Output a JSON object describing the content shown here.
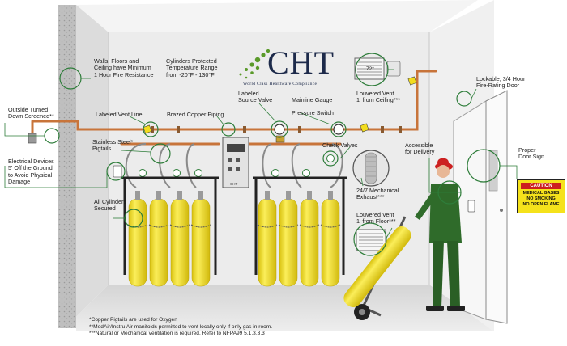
{
  "logo": {
    "name": "CHT",
    "tagline": "World Class Healthcare Compliance"
  },
  "callouts": {
    "walls": [
      "Walls, Floors and",
      "Ceiling have Minimum",
      "1 Hour Fire Resistance"
    ],
    "cylinders_temp": [
      "Cylinders Protected",
      "Temperature Range",
      "from -20°F - 130°F"
    ],
    "outside_turned": [
      "Outside Turned",
      "Down Screened**"
    ],
    "vent_line": [
      "Labeled Vent Line"
    ],
    "brazed": [
      "Brazed Copper Piping"
    ],
    "source_valve": [
      "Labeled",
      "Source Valve"
    ],
    "mainline_gauge": [
      "Mainline Gauge"
    ],
    "pressure_switch": [
      "Pressure Switch"
    ],
    "louvered_ceiling": [
      "Louvered Vent",
      "1' from Ceiling***"
    ],
    "lockable_door": [
      "Lockable, 3/4 Hour",
      "Fire-Rating Door"
    ],
    "pigtails": [
      "Stainless Steel*",
      "Pigtails"
    ],
    "check_valves": [
      "Check Valves"
    ],
    "accessible": [
      "Accessible",
      "for Delivery"
    ],
    "electrical": [
      "Electrical Devices",
      "5' Off the Ground",
      "to Avoid Physical",
      "Damage"
    ],
    "door_sign": [
      "Proper",
      "Door Sign"
    ],
    "secured": [
      "All Cylinders",
      "Secured"
    ],
    "mech_exhaust": [
      "24/7 Mechanical",
      "Exhaust***"
    ],
    "louvered_floor": [
      "Louvered Vent",
      "1' from Floor***"
    ]
  },
  "sign": {
    "caution": "CAUTION",
    "lines": [
      "MEDICAL GASES",
      "NO SMOKING",
      "NO OPEN FLAME"
    ]
  },
  "gauge_readout": "72°",
  "manifold_logo": "CHT",
  "footnotes": [
    "*Copper Pigtails are used for Oxygen",
    "**MedAir/Instru Air manifolds permitted to vent locally only if only gas in room.",
    "***Natural or Mechanical ventilation is required. Refer to NFPA99 5.1.3.3.3"
  ],
  "colors": {
    "cylinder": "#f2dc1e",
    "copper": "#c8743a",
    "leader": "#2e7d3a",
    "green_person": "#2f6b2a",
    "wall": "#e8e8e8"
  }
}
